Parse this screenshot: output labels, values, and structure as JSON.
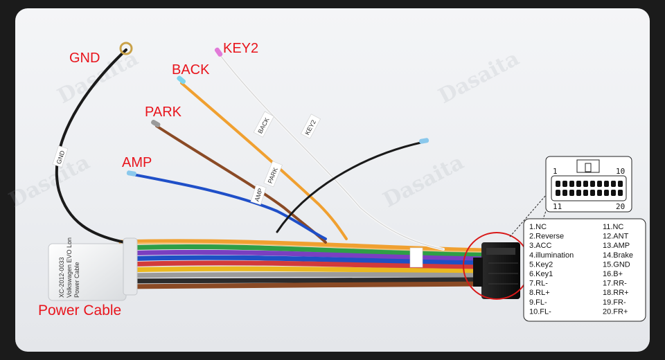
{
  "labels": {
    "gnd": "GND",
    "key2": "KEY2",
    "back": "BACK",
    "park": "PARK",
    "amp": "AMP",
    "power_cable": "Power Cable"
  },
  "wire_tags": {
    "gnd": "GND",
    "back": "BACK",
    "key2": "KEY2",
    "park": "PARK",
    "amp": "AMP"
  },
  "plug_sticker": [
    "XC-2012-0033",
    "Volkswagen EVO Lon",
    "Power Cable"
  ],
  "watermark": "Dasaita",
  "connector_pins": {
    "top_left": "1",
    "top_right": "10",
    "bottom_left": "11",
    "bottom_right": "20"
  },
  "pinout": {
    "left": [
      "1.NC",
      "2.Reverse",
      "3.ACC",
      "4.illumination",
      "5.Key2",
      "6.Key1",
      "7.RL-",
      "8.RL+",
      "9.FL-",
      "10.FL-"
    ],
    "right": [
      "11.NC",
      "12.ANT",
      "13.AMP",
      "14.Brake",
      "15.GND",
      "16.B+",
      "17.RR-",
      "18.RR+",
      "19.FR-",
      "20.FR+"
    ]
  },
  "colors": {
    "label_red": "#e8141c",
    "wire_black": "#1a1a1a",
    "wire_orange": "#f0a030",
    "wire_brown": "#8a4a25",
    "wire_blue": "#1f4fc8",
    "wire_white": "#f6f6f6",
    "highlight_circle": "#d81818"
  }
}
